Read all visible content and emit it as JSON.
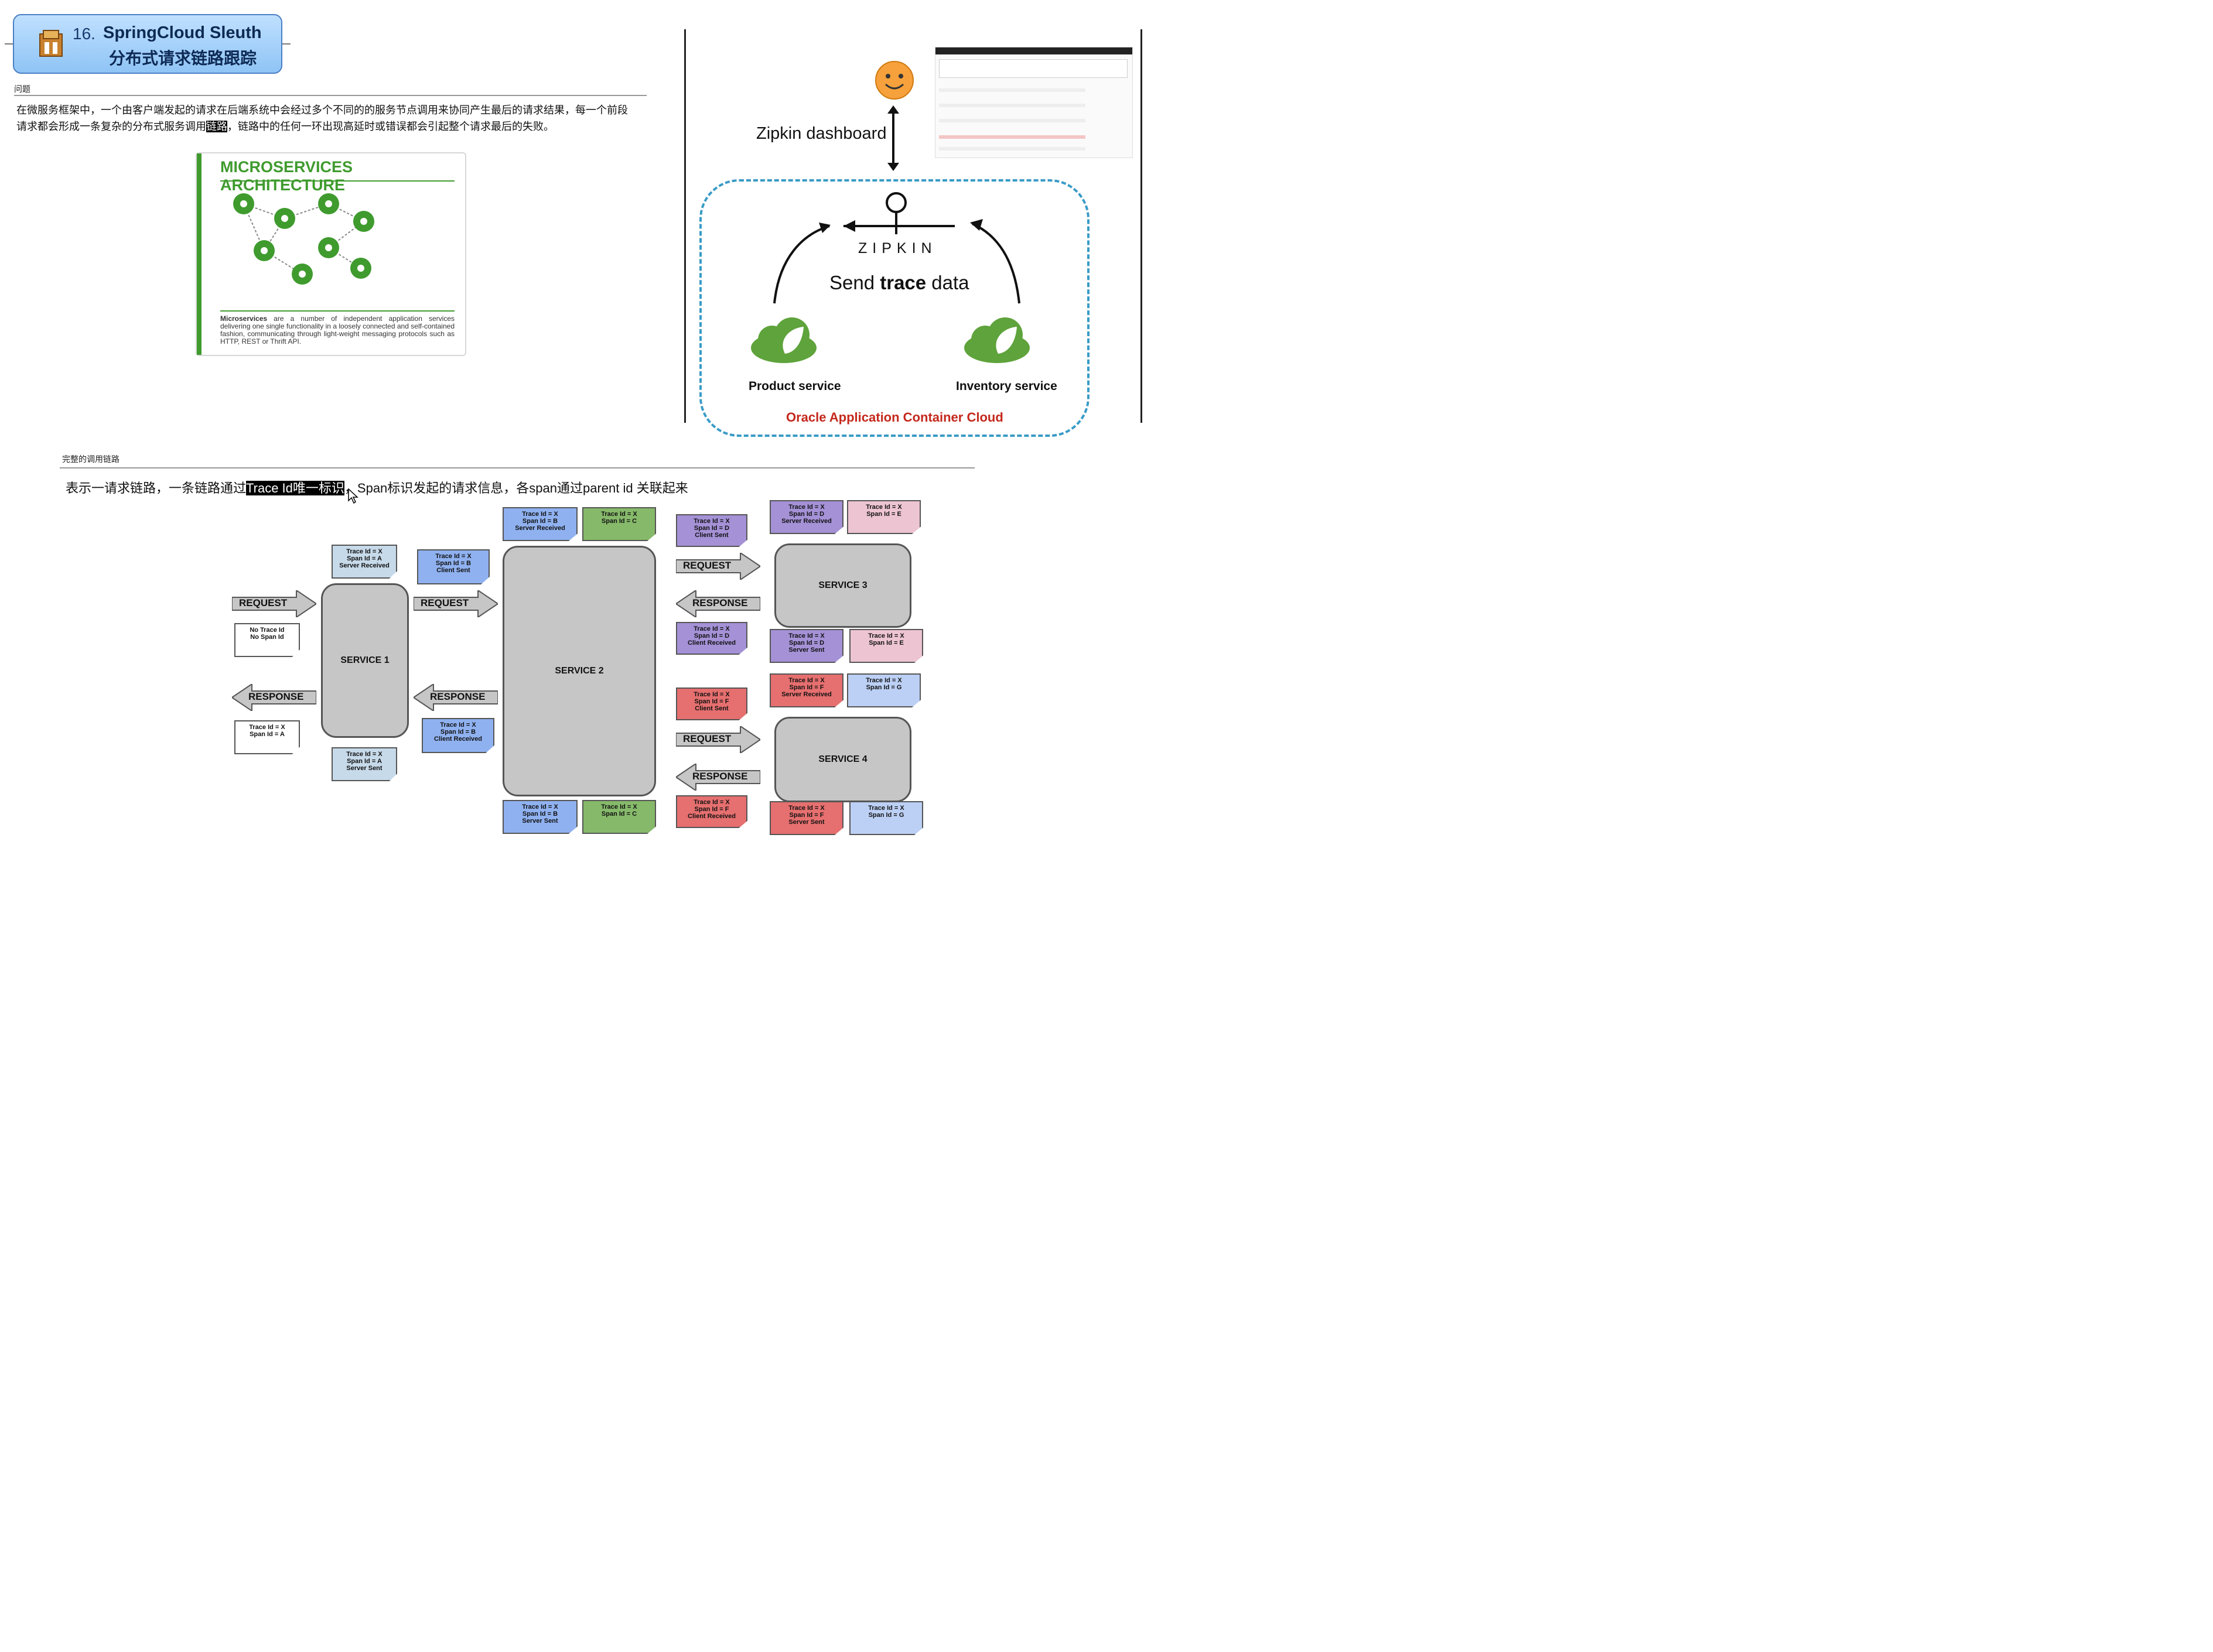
{
  "header": {
    "number": "16.",
    "title_line1": "SpringCloud Sleuth",
    "title_line2": "分布式请求链路跟踪"
  },
  "section1": {
    "label": "问题",
    "para_line1": "在微服务框架中，一个由客户端发起的请求在后端系统中会经过多个不同的的服务节点调用来协同产生最后的请求结果，每一个前段",
    "para_line2_a": "请求都会形成一条复杂的分布式服务调用",
    "para_line2_hl": "链路",
    "para_line2_b": "，链路中的任何一环出现高延时或错误都会引起整个请求最后的失败。"
  },
  "micro_card": {
    "title": "MICROSERVICES ARCHITECTURE",
    "desc_bold": "Microservices",
    "desc": " are a number of independent application services delivering one single functionality in a loosely connected and self-contained fashion, communicating through light-weight messaging protocols such as HTTP, REST or Thrift API."
  },
  "zipkin_diagram": {
    "dashboard_label": "Zipkin dashboard",
    "zipkin_label": "ZIPKIN",
    "send_a": "Send ",
    "send_bold": "trace",
    "send_b": " data",
    "product_service": "Product service",
    "inventory_service": "Inventory service",
    "cloud_label": "Oracle Application Container Cloud"
  },
  "section2": {
    "label": "完整的调用链路",
    "sentence_a": "表示一请求链路，一条链路通过",
    "sentence_hl": "Trace Id唯一标识",
    "sentence_b": "，Span标识发起的请求信息，各span通过parent id 关联起来"
  },
  "trace_diagram": {
    "services": [
      "SERVICE 1",
      "SERVICE 2",
      "SERVICE 3",
      "SERVICE 4"
    ],
    "request": "REQUEST",
    "response": "RESPONSE",
    "notes": {
      "n1": [
        "No Trace Id",
        "No Span Id"
      ],
      "n2": [
        "Trace Id = X",
        "Span Id = A"
      ],
      "n3": [
        "Trace Id = X",
        "Span Id = A",
        "Server Received"
      ],
      "n4": [
        "Trace Id = X",
        "Span Id = A",
        "Server Sent"
      ],
      "n5": [
        "Trace Id = X",
        "Span Id = B",
        "Client Sent"
      ],
      "n6": [
        "Trace Id = X",
        "Span Id = B",
        "Client Received"
      ],
      "n7": [
        "Trace Id = X",
        "Span Id = B",
        "Server Received"
      ],
      "n8": [
        "Trace Id = X",
        "Span Id = C"
      ],
      "n9": [
        "Trace Id = X",
        "Span Id = B",
        "Server Sent"
      ],
      "n10": [
        "Trace Id = X",
        "Span Id = C"
      ],
      "n11": [
        "Trace Id = X",
        "Span Id = D",
        "Client Sent"
      ],
      "n12": [
        "Trace Id = X",
        "Span Id = D",
        "Client Received"
      ],
      "n13": [
        "Trace Id = X",
        "Span Id = D",
        "Server Received"
      ],
      "n14": [
        "Trace Id = X",
        "Span Id = E"
      ],
      "n15": [
        "Trace Id = X",
        "Span Id = D",
        "Server Sent"
      ],
      "n16": [
        "Trace Id = X",
        "Span Id = E"
      ],
      "n17": [
        "Trace Id = X",
        "Span Id = F",
        "Client Sent"
      ],
      "n18": [
        "Trace Id = X",
        "Span Id = F",
        "Client Received"
      ],
      "n19": [
        "Trace Id = X",
        "Span Id = F",
        "Server Received"
      ],
      "n20": [
        "Trace Id = X",
        "Span Id = G"
      ],
      "n21": [
        "Trace Id = X",
        "Span Id = F",
        "Server Sent"
      ],
      "n22": [
        "Trace Id = X",
        "Span Id = G"
      ]
    }
  }
}
